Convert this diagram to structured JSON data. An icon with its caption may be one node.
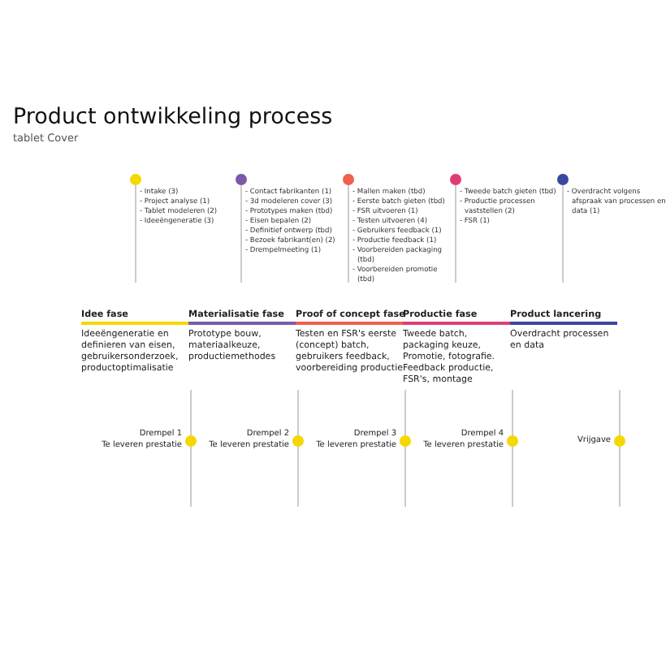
{
  "diagram": {
    "title": "Product ontwikkeling process",
    "labels": [
      "tablet Cover"
    ],
    "nodes": [
      {
        "text": [
          "- Intake (3)",
          "- Project analyse (1)",
          "- Tablet modeleren (2)",
          "- Ideeëngeneratie (3)"
        ]
      },
      {
        "text": [
          "- Contact fabrikanten (1)",
          "- 3d modeleren cover (3)",
          "- Prototypes maken (tbd)",
          "- Eisen bepalen (2)",
          "- Definitief ontwerp (tbd)",
          "- Bezoek fabrikant(en) (2)",
          "- Drempelmeeting (1)"
        ]
      },
      {
        "text": [
          "- Mallen maken (tbd)",
          "- Eerste batch gieten (tbd)",
          "- FSR uitvoeren (1)",
          "- Testen uitvoeren (4)",
          "- Gebruikers feedback (1)",
          "- Productie feedback (1)",
          "- Voorbereiden packaging (tbd)",
          "- Voorbereiden promotie (tbd)"
        ]
      },
      {
        "text": [
          "- Tweede batch gieten (tbd)",
          "- Productie processen vaststellen (2)",
          "- FSR (1)"
        ]
      },
      {
        "text": [
          "- Overdracht volgens afspraak van processen en data (1)"
        ]
      },
      {
        "text": [
          "Idee fase",
          "Ideeëngeneratie en definieren van eisen, gebruikersonderzoek, productoptimalisatie"
        ]
      },
      {
        "text": [
          "Materialisatie fase",
          "Prototype bouw, materiaalkeuze, productiemethodes"
        ]
      },
      {
        "text": [
          "Proof of concept fase",
          "Testen en FSR's eerste (concept) batch, gebruikers feedback, voorbereiding productie"
        ]
      },
      {
        "text": [
          "Productie fase",
          "Tweede batch, packaging keuze, Promotie, fotografie. Feedback productie, FSR's, montage"
        ]
      },
      {
        "text": [
          "Product lancering",
          "Overdracht processen en data"
        ]
      },
      {
        "text": [
          "Drempel 1",
          "Te leveren prestatie"
        ]
      },
      {
        "text": [
          "Drempel 2",
          "Te leveren prestatie"
        ]
      },
      {
        "text": [
          "Drempel 3",
          "Te leveren prestatie"
        ]
      },
      {
        "text": [
          "Drempel 4",
          "Te leveren prestatie"
        ]
      },
      {
        "text": [
          "Vrijgave"
        ]
      }
    ]
  }
}
